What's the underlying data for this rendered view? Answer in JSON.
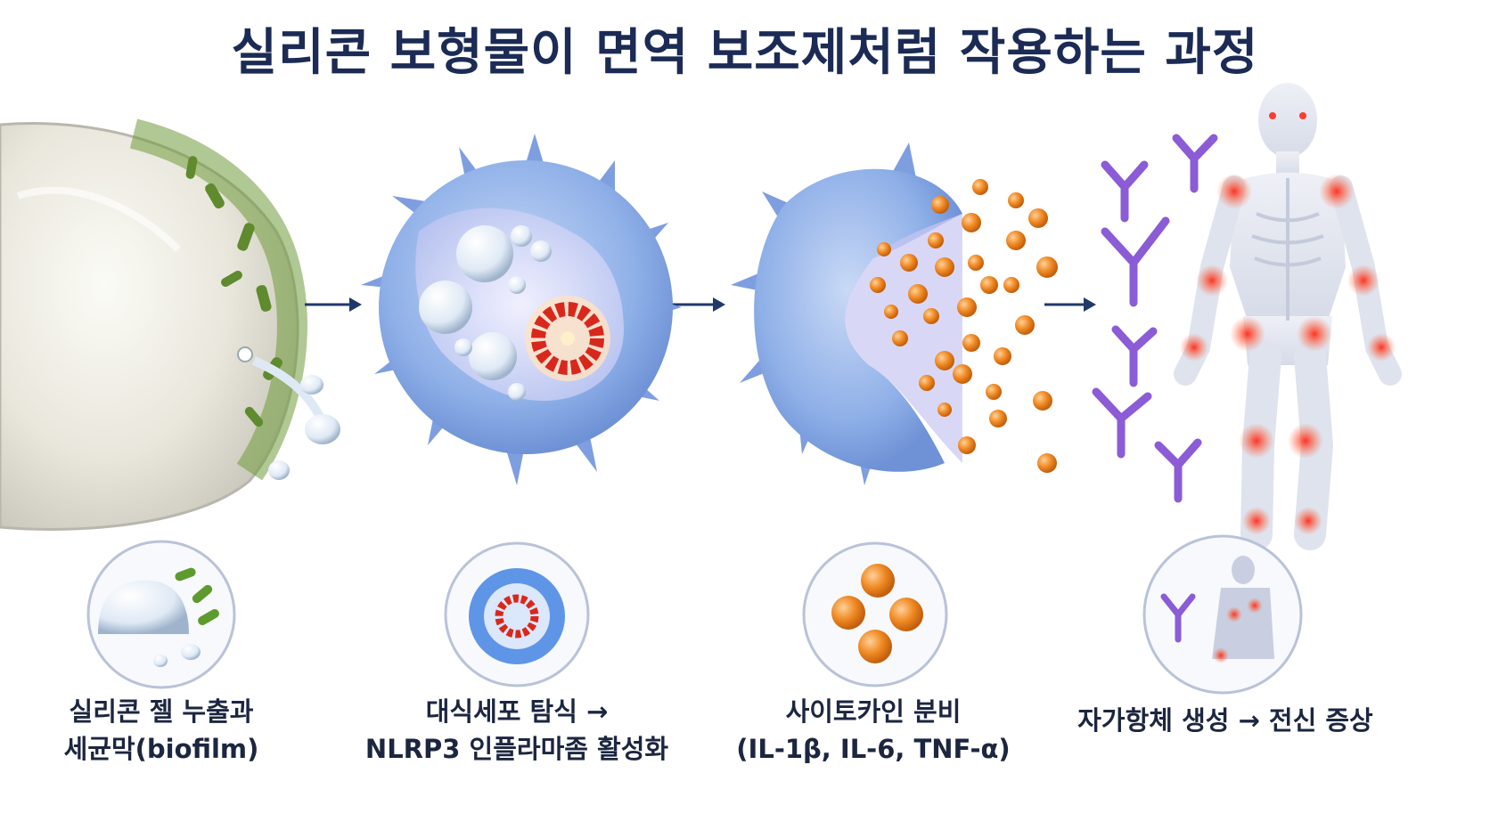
{
  "title": "실리콘 보형물이 면역 보조제처럼 작용하는 과정",
  "steps": [
    {
      "line1": "실리콘 젤 누출과",
      "line2": "세균막(biofilm)"
    },
    {
      "line1": "대식세포 탐식 →",
      "line2": "NLRP3 인플라마좀 활성화"
    },
    {
      "line1": "사이토카인 분비",
      "line2": "(IL-1β, IL-6, TNF-α)"
    },
    {
      "line1": "자가항체 생성 → 전신 증상",
      "line2": ""
    }
  ],
  "colors": {
    "title": "#1b2b55",
    "arrow": "#1f3a6a",
    "cell": "#8fb0e8",
    "inflammasome": "#d8281c",
    "cytokine": "#f08a24",
    "antibody": "#8b5cd6",
    "biofilm": "#6f9a3a",
    "inflammation": "#ff3b2f"
  },
  "icons": [
    "implant-icon",
    "macrophage-icon",
    "cytokine-icon",
    "antibody-icon",
    "body-icon",
    "arrow-right-icon"
  ]
}
